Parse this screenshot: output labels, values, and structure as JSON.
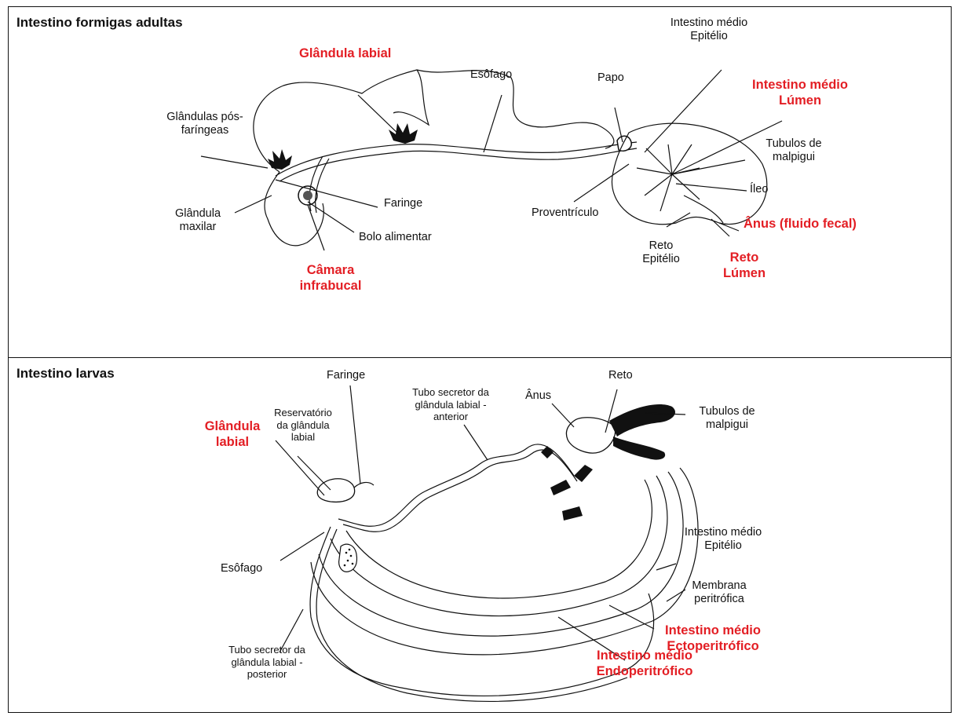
{
  "colors": {
    "highlight": "#e31e24",
    "text": "#111111"
  },
  "panels": [
    {
      "title": "Intestino formigas adultas",
      "labels": [
        {
          "text": "Glândula labial",
          "highlight": true
        },
        {
          "text": "Esôfago",
          "highlight": false
        },
        {
          "text": "Papo",
          "highlight": false
        },
        {
          "text": "Intestino médio Epitélio",
          "highlight": false
        },
        {
          "text": "Intestino médio Lúmen",
          "highlight": true
        },
        {
          "text": "Glândulas pós-faríngeas",
          "highlight": false
        },
        {
          "text": "Tubulos de malpigui",
          "highlight": false
        },
        {
          "text": "Íleo",
          "highlight": false
        },
        {
          "text": "Faringe",
          "highlight": false
        },
        {
          "text": "Proventrículo",
          "highlight": false
        },
        {
          "text": "Glândula maxilar",
          "highlight": false
        },
        {
          "text": "Ânus (fluido fecal)",
          "highlight": true
        },
        {
          "text": "Bolo alimentar",
          "highlight": false
        },
        {
          "text": "Reto Epitélio",
          "highlight": false
        },
        {
          "text": "Reto Lúmen",
          "highlight": true
        },
        {
          "text": "Câmara infrabucal",
          "highlight": true
        }
      ]
    },
    {
      "title": "Intestino larvas",
      "labels": [
        {
          "text": "Faringe",
          "highlight": false
        },
        {
          "text": "Reto",
          "highlight": false
        },
        {
          "text": "Tubo secretor da glândula labial - anterior",
          "highlight": false
        },
        {
          "text": "Ânus",
          "highlight": false
        },
        {
          "text": "Tubulos de malpigui",
          "highlight": false
        },
        {
          "text": "Reservatório da glândula labial",
          "highlight": false
        },
        {
          "text": "Glândula labial",
          "highlight": true
        },
        {
          "text": "Intestino médio Epitélio",
          "highlight": false
        },
        {
          "text": "Esôfago",
          "highlight": false
        },
        {
          "text": "Membrana peritrófica",
          "highlight": false
        },
        {
          "text": "Intestino médio Ectoperitrófico",
          "highlight": true
        },
        {
          "text": "Tubo secretor da glândula labial - posterior",
          "highlight": false
        },
        {
          "text": "Intestino médio Endoperitrófico",
          "highlight": true
        }
      ]
    }
  ]
}
